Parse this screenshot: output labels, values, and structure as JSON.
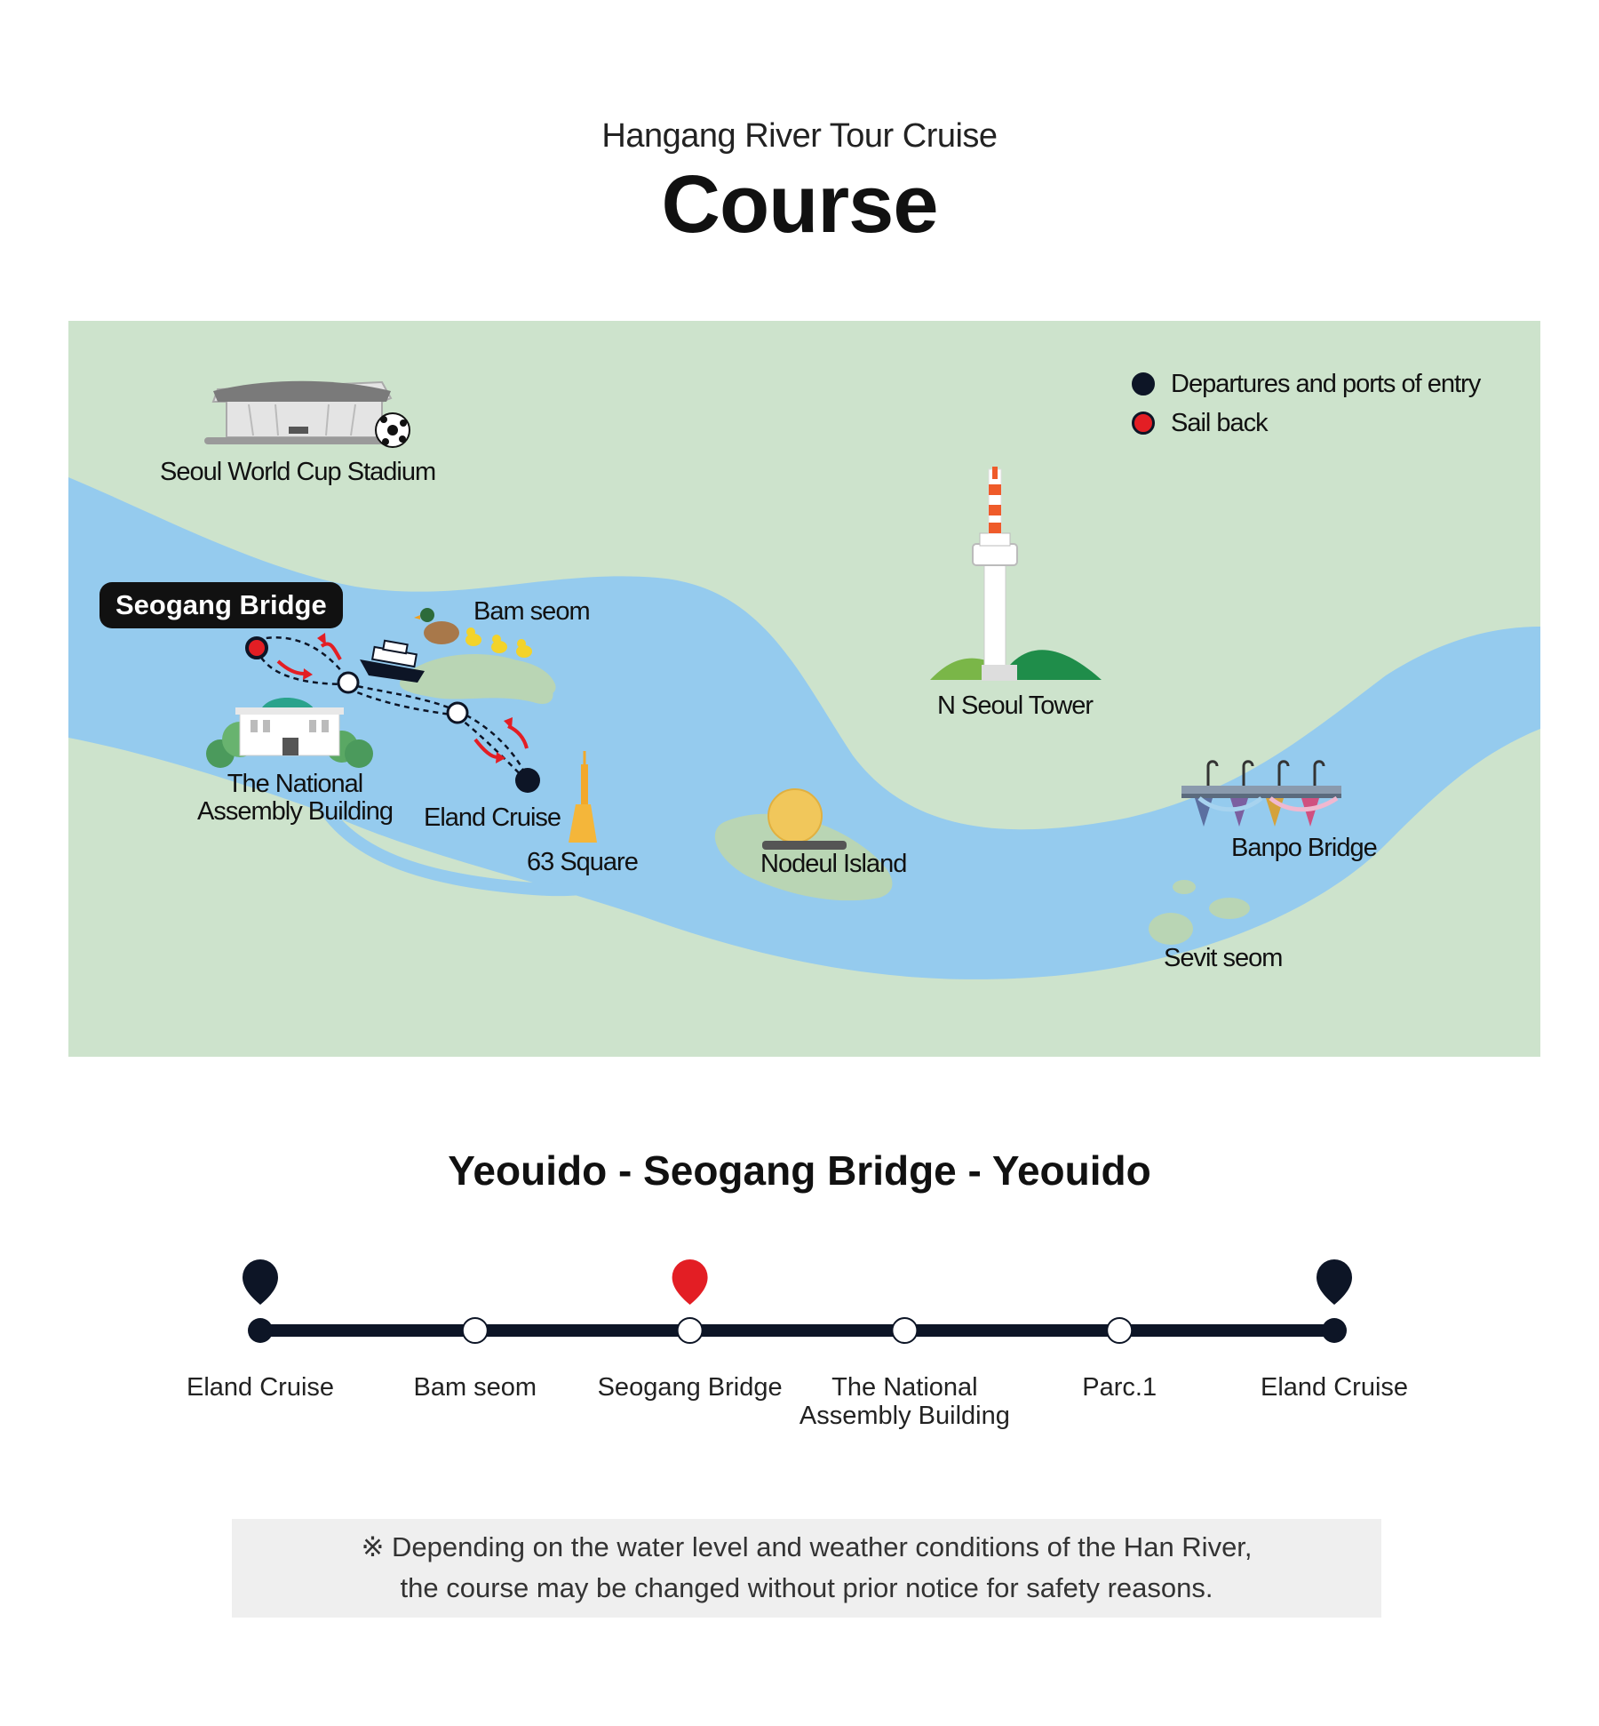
{
  "header": {
    "subtitle": "Hangang River Tour Cruise",
    "title": "Course"
  },
  "map": {
    "legend": [
      {
        "label": "Departures and ports of entry",
        "color": "#0d1526"
      },
      {
        "label": "Sail back",
        "color": "#e31e24"
      }
    ],
    "highlight_label": "Seogang Bridge",
    "landmarks": {
      "stadium": "Seoul World Cup Stadium",
      "bamseom": "Bam seom",
      "assembly_line1": "The National",
      "assembly_line2": "Assembly Building",
      "eland": "Eland Cruise",
      "square63": "63 Square",
      "nodeul": "Nodeul Island",
      "tower": "N Seoul Tower",
      "banpo": "Banpo Bridge",
      "sevit": "Sevit seom"
    },
    "colors": {
      "land": "#cde3cc",
      "river": "#95cbee",
      "island": "#b9d5b4",
      "route_red": "#e31e24",
      "route_dark": "#0d1526"
    }
  },
  "route": {
    "heading": "Yeouido - Seogang Bridge - Yeouido",
    "stops": [
      {
        "label": "Eland Cruise",
        "type": "departure"
      },
      {
        "label": "Bam seom",
        "type": "stop"
      },
      {
        "label": "Seogang Bridge",
        "type": "sail-back"
      },
      {
        "label": "The National\nAssembly Building",
        "type": "stop"
      },
      {
        "label": "Parc.1",
        "type": "stop"
      },
      {
        "label": "Eland Cruise",
        "type": "departure"
      }
    ]
  },
  "notice": {
    "line1": "※ Depending on the water level and weather conditions of the Han River,",
    "line2": "the course may be changed without prior notice for safety reasons."
  }
}
